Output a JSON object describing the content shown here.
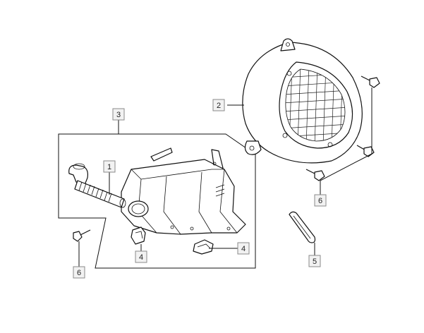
{
  "callouts": {
    "c1": "1",
    "c2": "2",
    "c3": "3",
    "c4a": "4",
    "c4b": "4",
    "c5": "5",
    "c6a": "6",
    "c6b": "6"
  },
  "icons": {
    "fan_cover": "fan-cover-icon",
    "shroud": "cooling-shroud-icon",
    "hose": "corrugated-hose-icon",
    "bolt": "flange-bolt-icon",
    "clip": "spring-clip-icon",
    "seal": "rubber-seal-strip-icon"
  }
}
